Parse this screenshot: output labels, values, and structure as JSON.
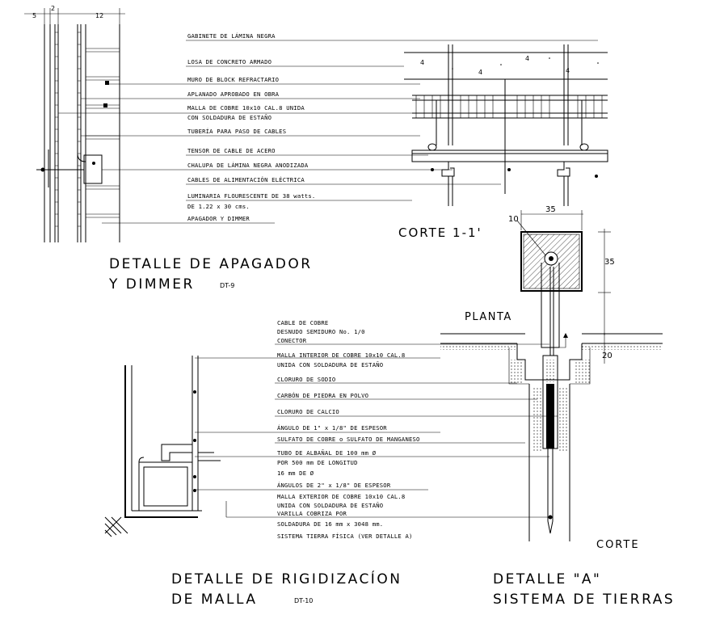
{
  "dims": {
    "d5": "5",
    "d2": "2",
    "d12": "12",
    "d10": "10",
    "d35a": "35",
    "d35b": "35",
    "d20": "20"
  },
  "top_labels": [
    "GABINETE DE LÁMINA NEGRA",
    "LOSA DE CONCRETO ARMADO",
    "MURO DE BLOCK REFRACTARIO",
    "APLANADO APROBADO EN OBRA",
    "MALLA DE COBRE 10x10 CAL.8 UNIDA",
    "CON SOLDADURA DE ESTAÑO",
    "TUBERÍA PARA PASO DE CABLES",
    "TENSOR DE CABLE DE ACERO",
    "CHALUPA DE LÁMINA NEGRA ANODIZADA",
    "CABLES DE ALIMENTACIÓN ELÉCTRICA",
    "LUMINARIA FLOURESCENTE DE 38 watts.",
    "DE 1.22 x 30 cms.",
    "APAGADOR Y DIMMER"
  ],
  "bottom_labels": [
    "CABLE DE COBRE",
    "DESNUDO SEMIDURO No. 1/0",
    "CONECTOR",
    "MALLA INTERIOR DE COBRE 10x10 CAL.8",
    "UNIDA CON SOLDADURA DE ESTAÑO",
    "CLORURO DE SODIO",
    "CARBÓN DE PIEDRA EN POLVO",
    "CLORURO DE CALCIO",
    "ÁNGULO DE 1\" x 1/8\" DE ESPESOR",
    "SULFATO DE COBRE o SULFATO DE MANGANESO",
    "TUBO DE ALBAÑAL DE 100 mm Ø",
    "POR 500 mm DE LONGITUD",
    "16 mm DE Ø",
    "ÁNGULOS DE 2\" x 1/8\" DE ESPESOR",
    "MALLA EXTERIOR DE COBRE 10x10 CAL.8",
    "UNIDA CON SOLDADURA DE ESTAÑO",
    "VARILLA COBRIZA POR",
    "SOLDADURA DE 16 mm x 3048 mm.",
    "SISTEMA TIERRA FÍSICA (VER DETALLE A)"
  ],
  "titles": {
    "corte_11": "CORTE 1-1'",
    "planta": "PLANTA",
    "corte": "CORTE",
    "apagador_1": "DETALLE DE APAGADOR",
    "apagador_2": "Y DIMMER",
    "apagador_code": "DT-9",
    "rigid_1": "DETALLE DE RIGIDIZACÍON",
    "rigid_2": "DE MALLA",
    "rigid_code": "DT-10",
    "detA_1": "DETALLE \"A\"",
    "detA_2": "SISTEMA DE TIERRAS"
  }
}
